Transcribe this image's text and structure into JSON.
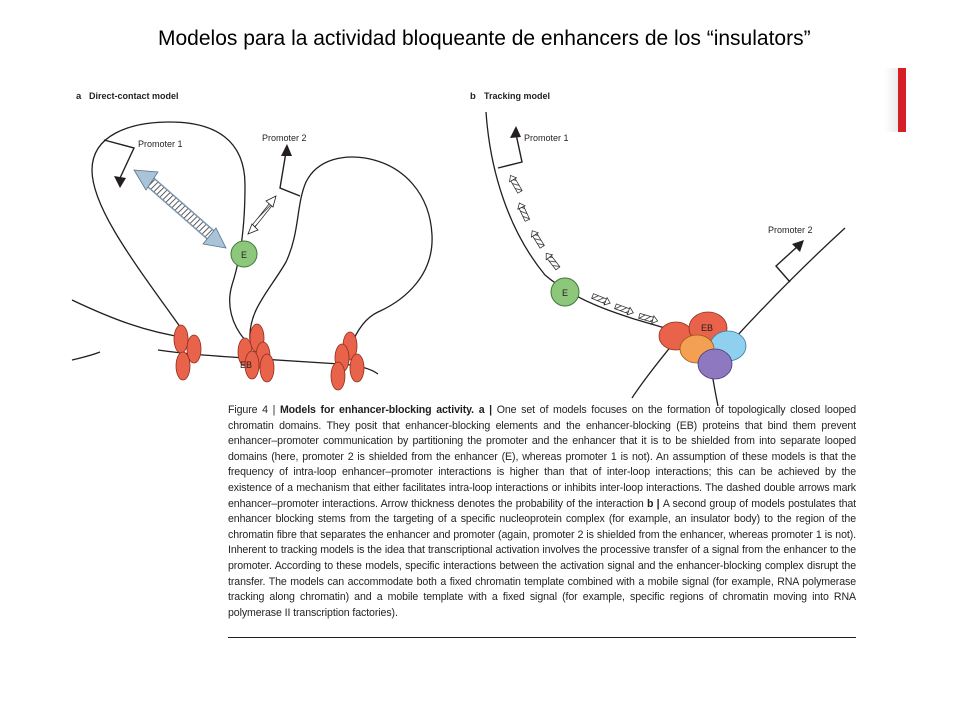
{
  "slide": {
    "title": "Modelos para la actividad bloqueante de enhancers de los “insulators”"
  },
  "colors": {
    "accent_red": "#d62027",
    "enhancer_green": "#8dc77b",
    "eb_red": "#e9634a",
    "eb_orange": "#f3a052",
    "eb_blue": "#8fd0ef",
    "eb_purple": "#8e78bf",
    "arrow_blue": "#a9c3d8"
  },
  "figure": {
    "panel_a": {
      "letter": "a",
      "title": "Direct-contact model",
      "promoter1_label": "Promoter 1",
      "promoter2_label": "Promoter 2",
      "enhancer_label": "E",
      "eb_label": "EB"
    },
    "panel_b": {
      "letter": "b",
      "title": "Tracking model",
      "promoter1_label": "Promoter 1",
      "promoter2_label": "Promoter 2",
      "enhancer_label": "E",
      "eb_label": "EB"
    },
    "caption": {
      "label": "Figure 4 | ",
      "title": "Models for enhancer-blocking activity.",
      "part_a_marker": " a | ",
      "part_a_text": "One set of models focuses on the formation of topologically closed looped chromatin domains. They posit that enhancer-blocking elements and the enhancer-blocking (EB) proteins that bind them prevent enhancer–promoter communication by partitioning the promoter and the enhancer that it is to be shielded from into separate looped domains (here, promoter 2 is shielded from the enhancer (E), whereas promoter 1 is not). An assumption of these models is that the frequency of intra-loop enhancer–promoter interactions is higher than that of inter-loop interactions; this can be achieved by the existence of a mechanism that either facilitates intra-loop interactions or inhibits inter-loop interactions. The dashed double arrows mark enhancer–promoter interactions. Arrow thickness denotes the probability of the interaction",
      "part_b_marker": " b | ",
      "part_b_text": "A second group of models postulates that enhancer blocking stems from the targeting of a specific nucleoprotein complex (for example, an insulator body) to the region of the chromatin fibre that separates the enhancer and promoter (again, promoter 2 is shielded from the enhancer, whereas promoter 1 is not). Inherent to tracking models is the idea that transcriptional activation involves the processive transfer of a signal from the enhancer to the promoter. According to these models, specific interactions between the activation signal and the enhancer-blocking complex disrupt the transfer. The models can accommodate both a fixed chromatin template combined with a mobile signal (for example, RNA polymerase tracking along chromatin) and a mobile template with a fixed signal (for example, specific regions of chromatin moving into RNA polymerase II transcription factories)."
    }
  }
}
